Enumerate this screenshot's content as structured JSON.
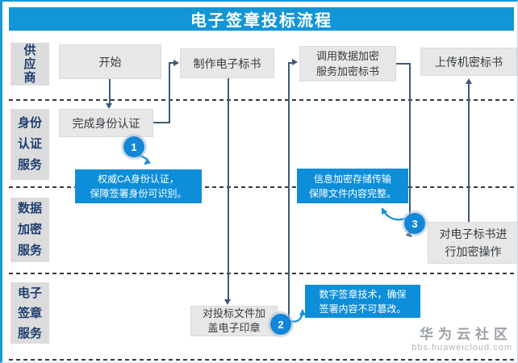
{
  "header": {
    "title": "电子签章投标流程"
  },
  "lanes": [
    {
      "label": "供\n应\n商"
    },
    {
      "label": "身份\n认证\n服务"
    },
    {
      "label": "数据\n加密\n服务"
    },
    {
      "label": "电子\n签章\n服务"
    }
  ],
  "nodes": {
    "start": "开始",
    "make_bid": "制作电子标书",
    "call_encrypt": "调用数据加密\n服务加密标书",
    "upload": "上传机密标书",
    "complete_auth": "完成身份认证",
    "encrypt_op": "对电子标书进\n行加密操作",
    "stamp": "对投标文件加\n盖电子印章"
  },
  "callouts": {
    "ca": "权威CA身份认证，\n保障签署身份可识别。",
    "storage": "信息加密存储传输\n保障文件内容完整。",
    "signature": "数字签章技术，确保\n签署内容不可篡改。"
  },
  "badges": {
    "one": "1",
    "two": "2",
    "three": "3"
  },
  "watermark": {
    "name": "华为云社区",
    "url": "bbs.huaweicloud.com"
  },
  "colors": {
    "azure": "#1495d6",
    "callout_blue": "#0e8ed8",
    "connector": "#3f587a"
  }
}
